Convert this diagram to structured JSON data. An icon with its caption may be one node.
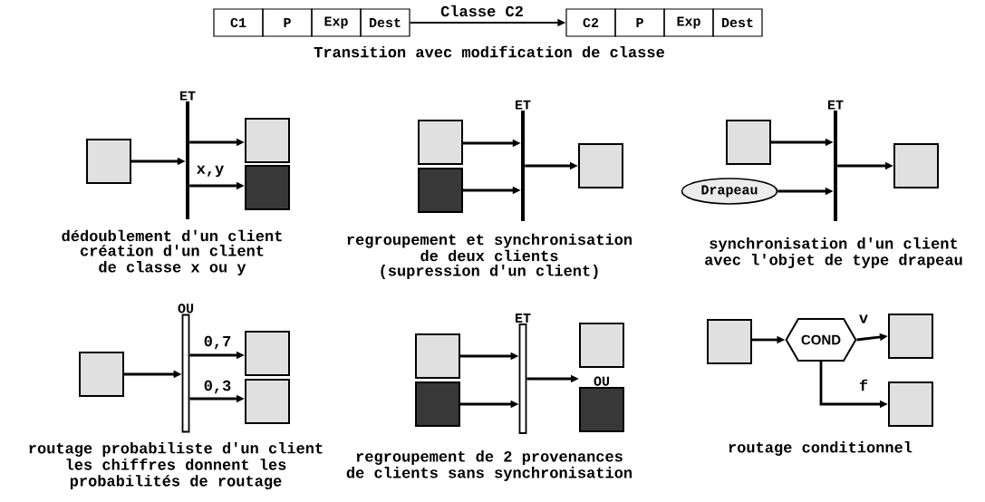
{
  "diagram": {
    "nodes": [
      {
        "text": [
          "C1"
        ]
      },
      {
        "text": [
          "P"
        ]
      },
      {
        "text": [
          "Exp"
        ]
      },
      {
        "text": [
          "Dest"
        ]
      },
      {
        "text": [
          "C2"
        ]
      },
      {
        "text": [
          "P"
        ]
      },
      {
        "text": [
          "Exp"
        ]
      },
      {
        "text": [
          "Dest"
        ]
      },
      {
        "text": [],
        "shape": "box"
      },
      {
        "text": [
          "ET"
        ]
      },
      {
        "text": [],
        "shape": "box"
      },
      {
        "text": [],
        "shape": "box"
      },
      {
        "text": [],
        "shape": "box"
      },
      {
        "text": [],
        "shape": "box"
      },
      {
        "text": [
          "ET"
        ]
      },
      {
        "text": [],
        "shape": "box"
      },
      {
        "text": [],
        "shape": "box"
      },
      {
        "text": [
          "Drapeau"
        ]
      },
      {
        "text": [
          "ET"
        ]
      },
      {
        "text": [],
        "shape": "box"
      },
      {
        "text": [],
        "shape": "box"
      },
      {
        "text": [
          "OU"
        ]
      },
      {
        "text": [],
        "shape": "box"
      },
      {
        "text": [],
        "shape": "box"
      },
      {
        "text": [],
        "shape": "box"
      },
      {
        "text": [],
        "shape": "box"
      },
      {
        "text": [
          "ET"
        ]
      },
      {
        "text": [],
        "shape": "box"
      },
      {
        "text": [
          "OU"
        ]
      },
      {
        "text": [],
        "shape": "box"
      },
      {
        "text": [
          "COND"
        ]
      },
      {
        "text": [],
        "shape": "box"
      },
      {
        "text": [],
        "shape": "box"
      }
    ],
    "edges": [
      {
        "from": 3,
        "to": 4,
        "arrow": "to",
        "label": "Classe C2"
      },
      {
        "from": 8,
        "to": 9,
        "arrow": "to"
      },
      {
        "from": 9,
        "to": 10,
        "arrow": "to"
      },
      {
        "from": 9,
        "to": 11,
        "arrow": "to",
        "label": "x,y"
      },
      {
        "from": 12,
        "to": 14,
        "arrow": "to"
      },
      {
        "from": 13,
        "to": 14,
        "arrow": "to"
      },
      {
        "from": 14,
        "to": 15,
        "arrow": "to"
      },
      {
        "from": 16,
        "to": 18,
        "arrow": "to"
      },
      {
        "from": 17,
        "to": 18,
        "arrow": "to"
      },
      {
        "from": 18,
        "to": 19,
        "arrow": "to"
      },
      {
        "from": 20,
        "to": 21,
        "arrow": "to"
      },
      {
        "from": 21,
        "to": 22,
        "arrow": "to",
        "label": "0,7"
      },
      {
        "from": 21,
        "to": 23,
        "arrow": "to",
        "label": "0,3"
      },
      {
        "from": 24,
        "to": 26,
        "arrow": "to"
      },
      {
        "from": 25,
        "to": 26,
        "arrow": "to"
      },
      {
        "from": 26,
        "to": 28,
        "arrow": "to"
      },
      {
        "from": 29,
        "to": 30,
        "arrow": "to"
      },
      {
        "from": 30,
        "to": 31,
        "arrow": "to",
        "label": "v"
      },
      {
        "from": 30,
        "to": 32,
        "arrow": "to",
        "label": "f"
      }
    ],
    "labels": [
      "Transition avec modification de classe",
      "dédoublement d'un client",
      "création d'un client de classe x ou y",
      "regroupement et synchronisation de deux clients",
      "(supression d'un client)",
      "synchronisation d'un client avec l'objet de type drapeau",
      "routage probabiliste d'un client",
      "les chiffres donnent les probabilités de routage",
      "regroupement de 2 provenances de clients sans synchronisation",
      "routage conditionnel"
    ]
  }
}
